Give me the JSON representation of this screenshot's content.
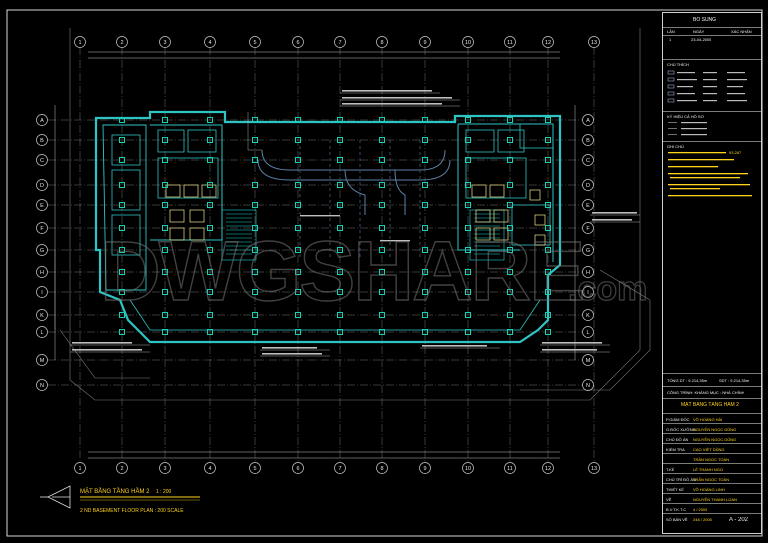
{
  "colors": {
    "background": "#000000",
    "wall": "#2ec4c4",
    "column": "#19d2b4",
    "grid": "#8c8c8c",
    "bubble": "#c9c9c9",
    "stairs": "#1fd3cf",
    "fixture": "#f0e68c",
    "text_yellow": "#ffd21e",
    "watermark": "#7a7a7a"
  },
  "grid_top_labels": [
    "1",
    "2",
    "3",
    "4",
    "5",
    "6",
    "7",
    "8",
    "9",
    "10",
    "11",
    "12",
    "13"
  ],
  "grid_side_labels": [
    "A",
    "B",
    "C",
    "D",
    "E",
    "F",
    "G",
    "H",
    "I",
    "K",
    "L",
    "M",
    "N"
  ],
  "watermark": {
    "text": "DWGSHARE",
    "suffix": ".com"
  },
  "plan_title": {
    "vn": "MẶT BẰNG TẦNG HẦM 2",
    "scale_vn": "1 : 200",
    "en": "2 ND BASEMENT FLOOR PLAN : 200 SCALE"
  },
  "title_block": {
    "revision_header": "BỔ SUNG",
    "rev_cols": [
      "LẦN",
      "NGÀY",
      "XÁC NHẬN"
    ],
    "rev_row": [
      "1",
      "23-04-2005",
      ""
    ],
    "legend_header": "CHÚ THÍCH",
    "symbols_header": "KÝ HIỆU CẢ HỒ SƠ",
    "notes_header": "GHI CHÚ",
    "note_value": "93.267",
    "info": {
      "area_left": "TỔNG DT : 9.214,35m",
      "area_right": "SDT : 9.214,35m",
      "project_line": "CÔNG TRÌNH: KHÁNG MỤC : NHÀ CHÍNH"
    },
    "drawing_name": "MẶT BẰNG TẦNG HẦM 2",
    "people": [
      {
        "role": "P.GIÁM ĐỐC",
        "name": "VÕ HOÀNG HẢI"
      },
      {
        "role": "G.ĐỐC XƯỞNG",
        "name": "NGUYỄN NGỌC DŨNG"
      },
      {
        "role": "CHỦ ĐỒ ÁN",
        "name": "NGUYỄN NGỌC DŨNG"
      },
      {
        "role": "KIỂM TRA",
        "name": "CAO VIỆT DŨNG"
      },
      {
        "role": "",
        "name": "TRẦN NGỌC TOÀN"
      },
      {
        "role": "T.KẾ",
        "name": "LÊ THANH NGỌ"
      },
      {
        "role": "CHỦ TRÌ ĐỒ ÁN",
        "name": "TRẦN NGỌC TOÀN"
      },
      {
        "role": "THIẾT KẾ",
        "name": "VÕ HOÀNG LINH"
      },
      {
        "role": "VẼ",
        "name": "NGUYỄN THANH LOAN"
      },
      {
        "role": "B.V.T.K.T.C",
        "name": "4 / 2005"
      },
      {
        "role": "SỐ BẢN VẼ",
        "name": "248 / 2005"
      }
    ],
    "sheet_number": "A - 202"
  }
}
